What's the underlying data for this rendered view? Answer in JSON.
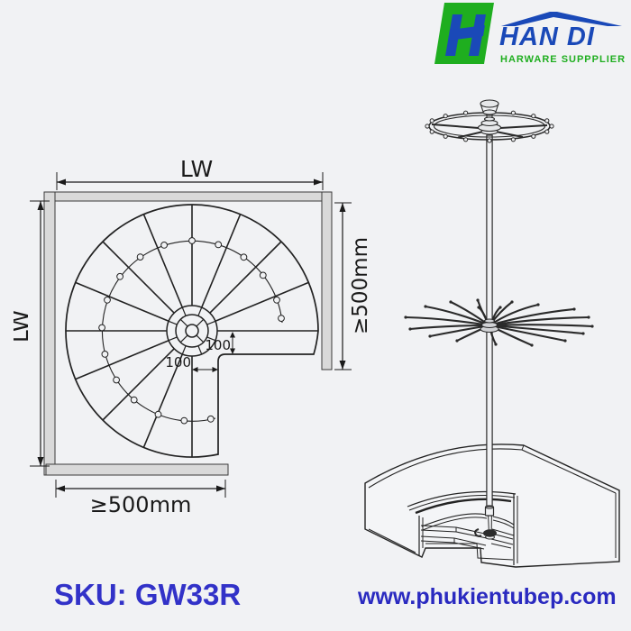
{
  "logo": {
    "monogram": "H",
    "brand_name": "HAN DI",
    "tagline": "HARWARE SUPPPLIER",
    "green": "#1fae1f",
    "blue": "#1a49b8"
  },
  "plan_view": {
    "width_label_top": "LW",
    "width_label_left": "LW",
    "depth_label_right": "≥500mm",
    "depth_label_bottom": "≥500mm",
    "center_offset_vertical": "100",
    "center_offset_horizontal": "100"
  },
  "product": {
    "sku_text": "SKU: GW33R"
  },
  "footer": {
    "website": "www.phukientubep.com"
  },
  "colors": {
    "background": "#f1f2f4",
    "line": "#222222",
    "wall_fill": "#d9d9d9",
    "sku_blue": "#3232c8",
    "website_blue": "#2a2ac0"
  }
}
